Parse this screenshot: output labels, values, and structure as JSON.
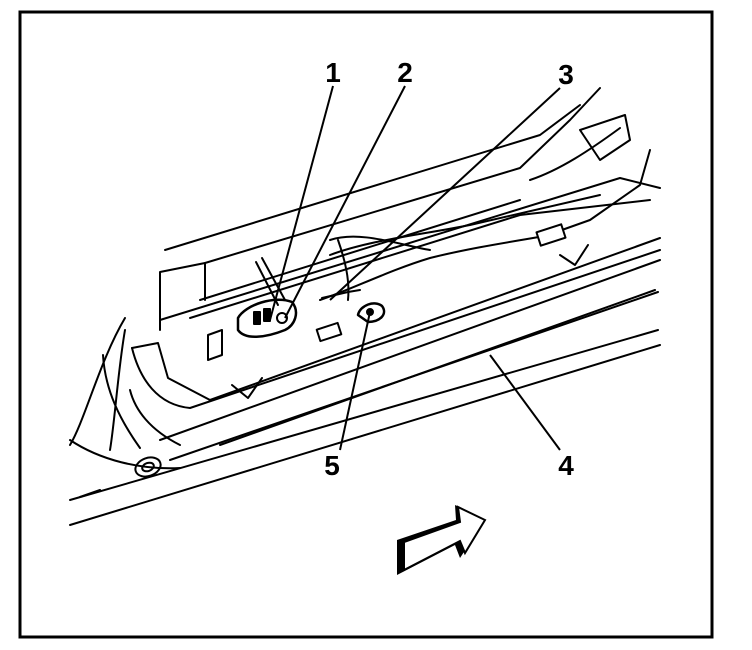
{
  "diagram": {
    "callouts": [
      {
        "id": "1",
        "label": "1"
      },
      {
        "id": "2",
        "label": "2"
      },
      {
        "id": "3",
        "label": "3"
      },
      {
        "id": "4",
        "label": "4"
      },
      {
        "id": "5",
        "label": "5"
      }
    ],
    "direction_icon": "forward-arrow-icon",
    "colors": {
      "line": "#000000",
      "background": "#ffffff"
    }
  }
}
